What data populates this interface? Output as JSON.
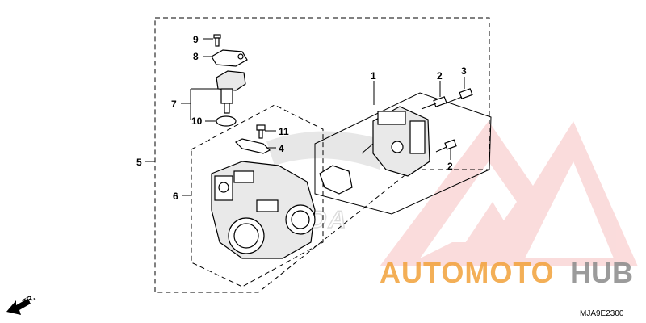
{
  "callouts": {
    "c1": "1",
    "c2a": "2",
    "c2b": "2",
    "c3": "3",
    "c4": "4",
    "c5": "5",
    "c6": "6",
    "c7": "7",
    "c8": "8",
    "c9": "9",
    "c10": "10",
    "c11": "11"
  },
  "direction_label": "FR.",
  "diagram_code": "MJA9E2300",
  "watermark": {
    "brand_left": "AUTOMOTO",
    "brand_right": "HUB",
    "colors": {
      "red": "#e8505b",
      "orange": "#f2a23a",
      "gray": "#8a8a8a",
      "pink": "#f7c0c0"
    }
  },
  "background_logo_text": "HONDA"
}
